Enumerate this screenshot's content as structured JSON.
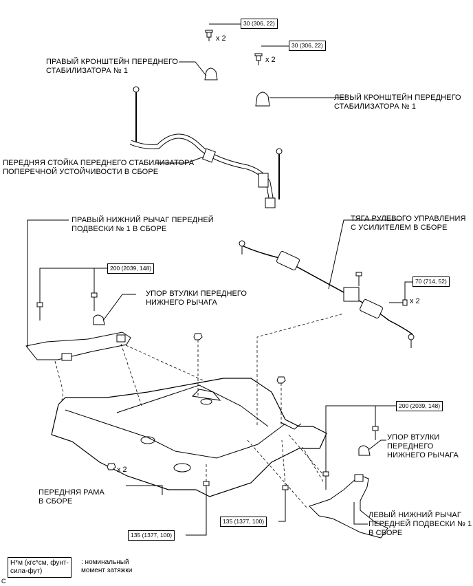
{
  "labels": {
    "right_bracket": "ПРАВЫЙ КРОНШТЕЙН ПЕРЕДНЕГО\nСТАБИЛИЗАТОРА № 1",
    "left_bracket": "ЛЕВЫЙ КРОНШТЕЙН ПЕРЕДНЕГО\nСТАБИЛИЗАТОРА № 1",
    "stabilizer_bar": "ПЕРЕДНЯЯ СТОЙКА ПЕРЕДНЕГО СТАБИЛИЗАТОРА\nПОПЕРЕЧНОЙ УСТОЙЧИВОСТИ В СБОРЕ",
    "right_lower_arm": "ПРАВЫЙ НИЖНИЙ РЫЧАГ ПЕРЕДНЕЙ\nПОДВЕСКИ № 1 В СБОРЕ",
    "steering_link": "ТЯГА РУЛЕВОГО УПРАВЛЕНИЯ\nС УСИЛИТЕЛЕМ В СБОРЕ",
    "bushing_stopper_right": "УПОР ВТУЛКИ ПЕРЕДНЕГО\nНИЖНЕГО РЫЧАГА",
    "bushing_stopper_left": "УПОР ВТУЛКИ\nПЕРЕДНЕГО\nНИЖНЕГО РЫЧАГА",
    "front_frame": "ПЕРЕДНЯЯ РАМА\nВ СБОРЕ",
    "left_lower_arm": "ЛЕВЫЙ НИЖНИЙ РЫЧАГ\nПЕРЕДНЕЙ ПОДВЕСКИ № 1\nВ СБОРЕ"
  },
  "torques": {
    "t_bracket_right": "30 (306, 22)",
    "t_bracket_left": "30 (306, 22)",
    "t_arm_right": "200 (2039, 148)",
    "t_steering": "70 (714, 52)",
    "t_arm_left": "200 (2039, 148)",
    "t_frame_center": "135 (1377, 100)",
    "t_frame_left": "135 (1377, 100)"
  },
  "counts": {
    "x2_a": "x 2",
    "x2_b": "x 2",
    "x2_c": "x 2",
    "x2_d": "x 2"
  },
  "legend": {
    "unit": "Н*м (кгс*см, фунт-\nсила-фут)",
    "description": ": номинальный\nмомент затяжки"
  },
  "corner_mark": "C"
}
